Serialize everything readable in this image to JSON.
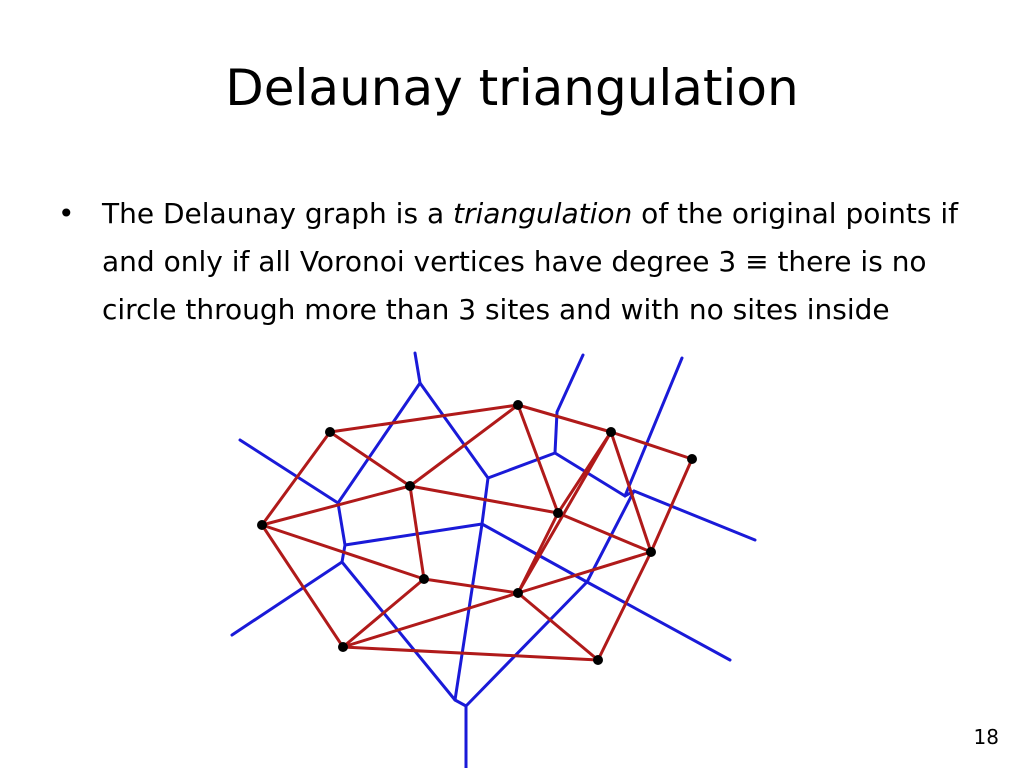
{
  "slide": {
    "title": "Delaunay triangulation",
    "bullet": {
      "marker": "•",
      "text_before": "The Delaunay graph is a ",
      "text_emphasis": "triangulation",
      "text_after": " of the original points if and only if all Voronoi vertices have degree 3 ",
      "equiv_symbol": "≡",
      "text_end": " there is no circle through more than 3 sites and with no sites inside"
    },
    "page_number": "18"
  },
  "figure": {
    "voronoi_color": "#1a1ad8",
    "delaunay_color": "#b01a1a",
    "site_color": "#000000"
  }
}
